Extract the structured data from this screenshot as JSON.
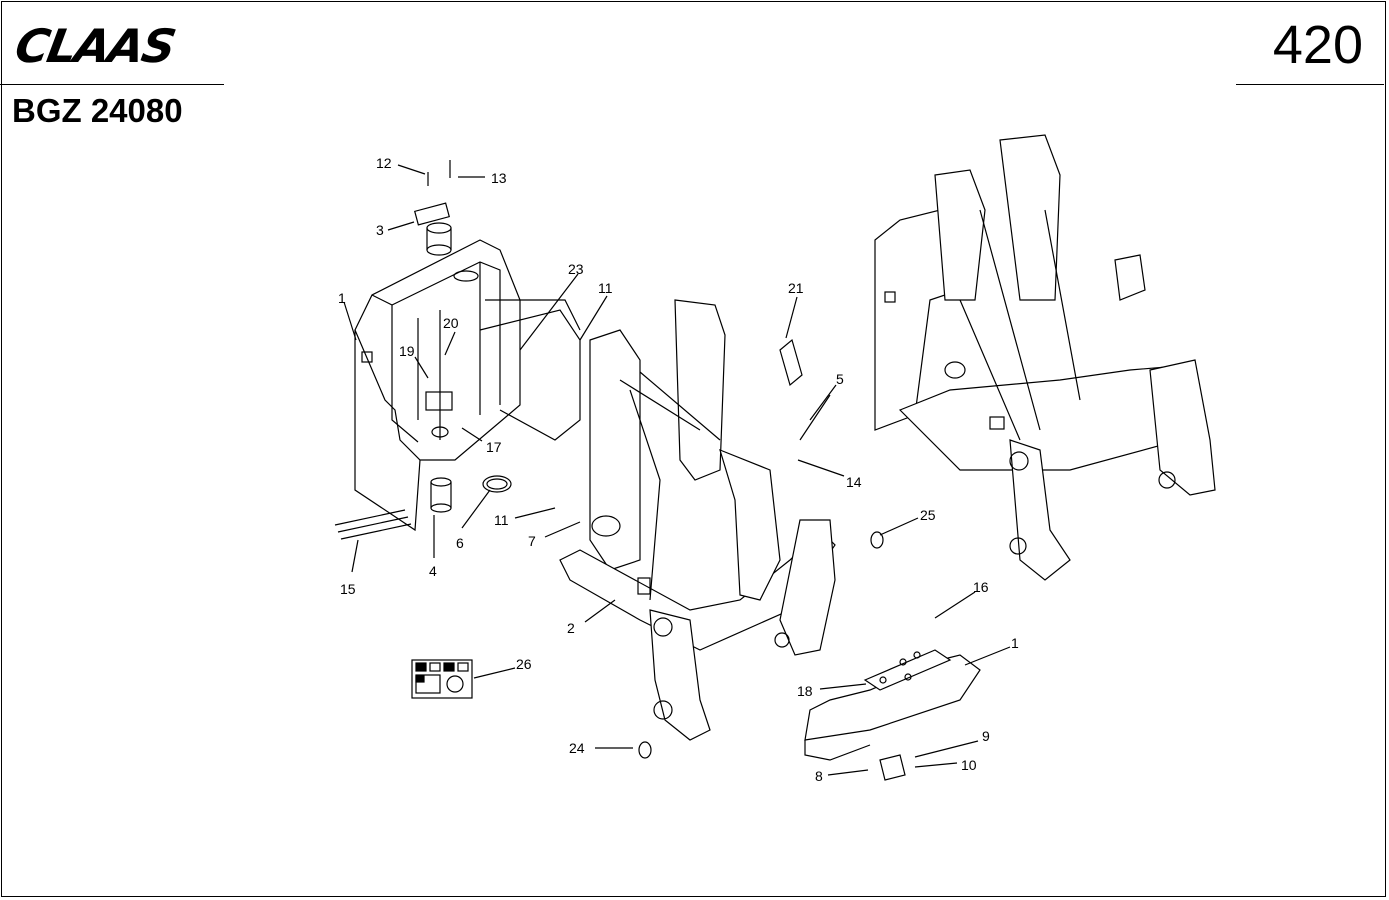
{
  "header": {
    "brand": "CLAAS",
    "document_number": "BGZ 24080",
    "page_number": "420"
  },
  "callouts": [
    "12",
    "13",
    "3",
    "1",
    "23",
    "11",
    "21",
    "5",
    "20",
    "19",
    "17",
    "14",
    "6",
    "11",
    "7",
    "15",
    "4",
    "25",
    "16",
    "2",
    "1",
    "26",
    "18",
    "9",
    "24",
    "8",
    "10"
  ],
  "icons": {
    "logo": "claas-logo",
    "decal": "decal-sheet-icon"
  }
}
